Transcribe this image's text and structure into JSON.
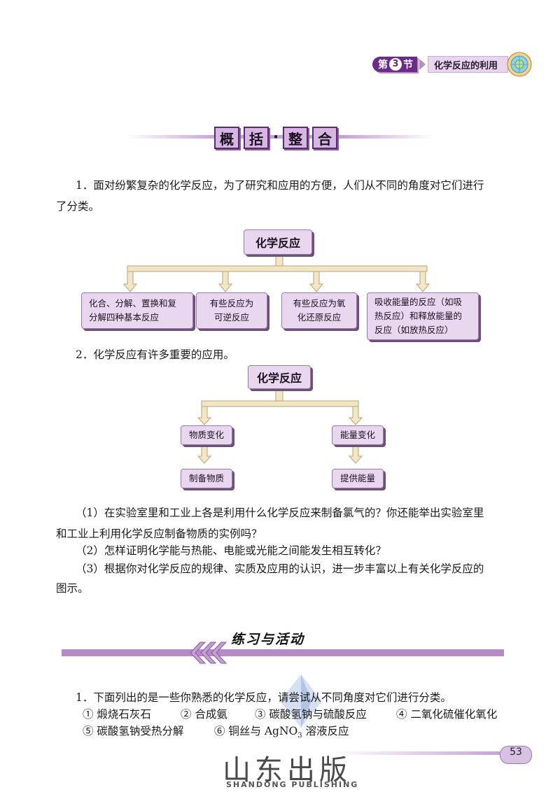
{
  "header": {
    "section_prefix": "第",
    "section_number": "3",
    "section_suffix": "节",
    "section_title": "化学反应的利用"
  },
  "summary": {
    "title_chars": [
      "概",
      "括",
      "整",
      "合"
    ],
    "title_sep": "·"
  },
  "para1": {
    "line1": "1．面对纷繁复杂的化学反应，为了研究和应用的方便，人们从不同的角度对它们进行",
    "line2": "了分类。"
  },
  "diagram1": {
    "root": "化学反应",
    "children": [
      {
        "line1": "化合、分解、置换和复",
        "line2": "分解四种基本反应"
      },
      {
        "line1": "有些反应为",
        "line2": "可逆反应"
      },
      {
        "line1": "有些反应为氧",
        "line2": "化还原反应"
      },
      {
        "line1": "吸收能量的反应（如吸",
        "line2": "热反应）和释放能量的",
        "line3": "反应（如放热反应）"
      }
    ]
  },
  "para2": "2．化学反应有许多重要的应用。",
  "diagram2": {
    "root": "化学反应",
    "left": "物质变化",
    "right": "能量变化",
    "left_child": "制备物质",
    "right_child": "提供能量"
  },
  "questions": {
    "q1_line1": "（1）在实验室里和工业上各是利用什么化学反应来制备氯气的？你还能举出实验室里",
    "q1_line2": "和工业上利用化学反应制备物质的实例吗？",
    "q2": "（2）怎样证明化学能与热能、电能或光能之间能发生相互转化？",
    "q3_line1": "（3）根据你对化学反应的规律、实质及应用的认识，进一步丰富以上有关化学反应的",
    "q3_line2": "图示。"
  },
  "exercise": {
    "title": "练习与活动",
    "intro": "1．下面列出的是一些你熟悉的化学反应，请尝试从不同角度对它们进行分类。",
    "items": [
      "① 煅烧石灰石",
      "② 合成氨",
      "③ 碳酸氢钠与硫酸反应",
      "④ 二氧化硫催化氧化",
      "⑤ 碳酸氢钠受热分解"
    ],
    "item6_prefix": "⑥ 铜丝与 AgNO",
    "item6_sub": "3",
    "item6_suffix": " 溶液反应"
  },
  "footer": {
    "page_number": "53",
    "watermark_cn": "山东出版",
    "watermark_en": "SHANDONG PUBLISHING"
  },
  "colors": {
    "accent": "#6d2a88",
    "box_fill": "#e9d7ef",
    "arrow_fill": "#f3e6c4"
  }
}
